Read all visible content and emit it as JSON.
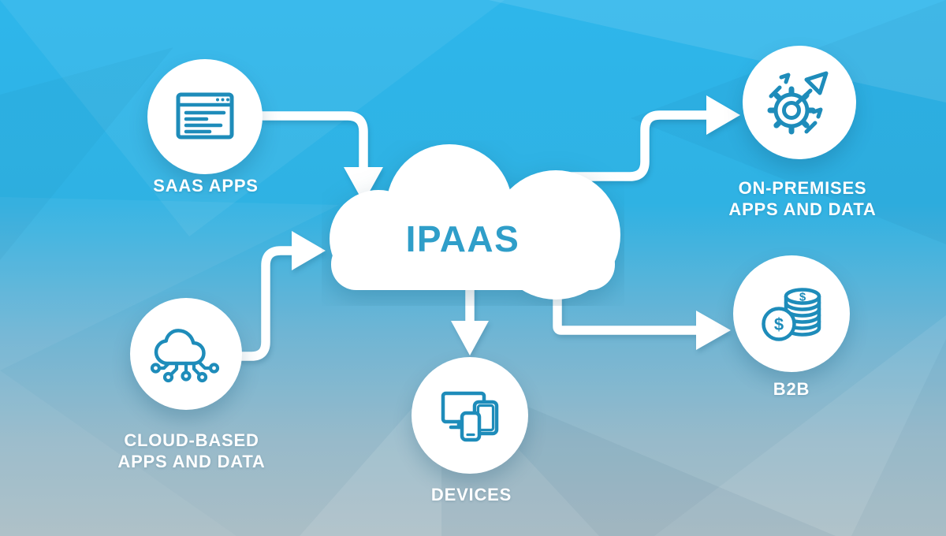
{
  "diagram": {
    "center": {
      "label": "IPAAS"
    },
    "nodes": {
      "saas": {
        "label": "SAAS APPS",
        "icon": "browser-window-icon"
      },
      "cloud_based": {
        "line1": "CLOUD-BASED",
        "line2": "APPS AND DATA",
        "icon": "cloud-network-icon"
      },
      "on_premises": {
        "line1": "ON-PREMISES",
        "line2": "APPS AND DATA",
        "icon": "gear-growth-arrows-icon"
      },
      "b2b": {
        "label": "B2B",
        "icon": "coins-icon"
      },
      "devices": {
        "label": "DEVICES",
        "icon": "devices-icon"
      }
    },
    "icon_symbols": {
      "currency": "$"
    },
    "colors": {
      "icon_stroke": "#1E8CBA",
      "ipaas_text": "#2F9EC9",
      "background_top": "#2CB5EA",
      "background_bottom": "#A9C0CA",
      "node_fill": "#FFFFFF",
      "arrow": "#FFFFFF"
    }
  }
}
